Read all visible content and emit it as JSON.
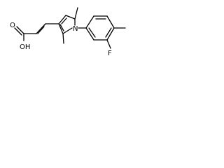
{
  "molecule": {
    "atom_labels": {
      "nitrogen": "N",
      "fluorine": "F",
      "acid_oxygen": "O",
      "acid_hydroxyl": "OH"
    }
  }
}
